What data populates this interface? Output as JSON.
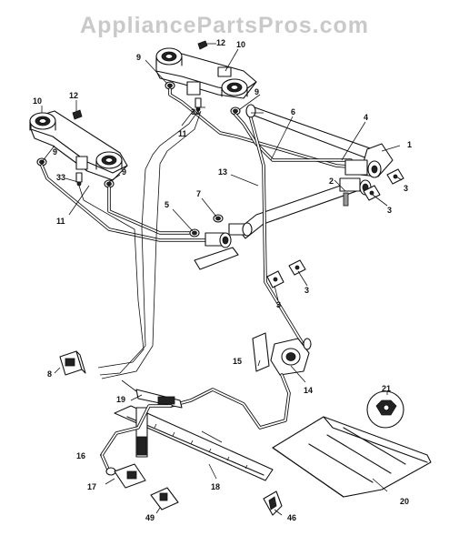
{
  "watermark": "AppliancePartsPros.com",
  "callouts": [
    {
      "id": "c1",
      "text": "1"
    },
    {
      "id": "c2",
      "text": "2"
    },
    {
      "id": "c3a",
      "text": "3"
    },
    {
      "id": "c3b",
      "text": "3"
    },
    {
      "id": "c3c",
      "text": "3"
    },
    {
      "id": "c3d",
      "text": "3"
    },
    {
      "id": "c4",
      "text": "4"
    },
    {
      "id": "c5",
      "text": "5"
    },
    {
      "id": "c6",
      "text": "6"
    },
    {
      "id": "c7",
      "text": "7"
    },
    {
      "id": "c8",
      "text": "8"
    },
    {
      "id": "c9a",
      "text": "9"
    },
    {
      "id": "c9b",
      "text": "9"
    },
    {
      "id": "c9c",
      "text": "9"
    },
    {
      "id": "c9d",
      "text": "9"
    },
    {
      "id": "c10a",
      "text": "10"
    },
    {
      "id": "c10b",
      "text": "10"
    },
    {
      "id": "c11a",
      "text": "11"
    },
    {
      "id": "c11b",
      "text": "11"
    },
    {
      "id": "c12a",
      "text": "12"
    },
    {
      "id": "c12b",
      "text": "12"
    },
    {
      "id": "c13",
      "text": "13"
    },
    {
      "id": "c14",
      "text": "14"
    },
    {
      "id": "c15",
      "text": "15"
    },
    {
      "id": "c16",
      "text": "16"
    },
    {
      "id": "c17",
      "text": "17"
    },
    {
      "id": "c18",
      "text": "18"
    },
    {
      "id": "c19",
      "text": "19"
    },
    {
      "id": "c20",
      "text": "20"
    },
    {
      "id": "c21",
      "text": "21"
    },
    {
      "id": "c33a",
      "text": "33"
    },
    {
      "id": "c33b",
      "text": "33"
    },
    {
      "id": "c46",
      "text": "46"
    },
    {
      "id": "c49",
      "text": "49"
    }
  ]
}
